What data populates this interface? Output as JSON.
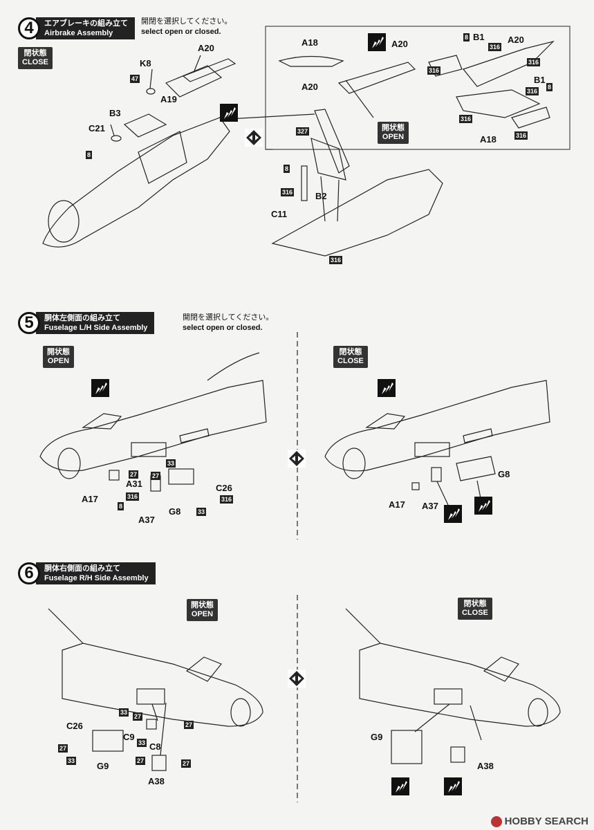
{
  "step4": {
    "number": "4",
    "title_jp": "エアブレーキの組み立て",
    "title_en": "Airbrake Assembly",
    "note_jp": "開閉を選択してください。",
    "note_en": "select open or closed.",
    "state_close_jp": "閉状態",
    "state_close_en": "CLOSE",
    "state_open_jp": "開状態",
    "state_open_en": "OPEN",
    "labels": [
      "A20",
      "K8",
      "A19",
      "B3",
      "C21",
      "A18",
      "A20",
      "A20",
      "B1",
      "B1",
      "A20",
      "A18",
      "B2",
      "C11"
    ],
    "tags": [
      "47",
      "8",
      "327",
      "8",
      "316",
      "316",
      "8",
      "316",
      "316",
      "8",
      "316",
      "316",
      "316",
      "316"
    ]
  },
  "step5": {
    "number": "5",
    "title_jp": "胴体左側面の組み立て",
    "title_en": "Fuselage L/H Side Assembly",
    "note_jp": "開閉を選択してください。",
    "note_en": "select open or closed.",
    "state_open_jp": "開状態",
    "state_open_en": "OPEN",
    "state_close_jp": "閉状態",
    "state_close_en": "CLOSE",
    "labels": [
      "A31",
      "A17",
      "A37",
      "G8",
      "C26",
      "A17",
      "A37",
      "G8"
    ],
    "tags": [
      "33",
      "27",
      "27",
      "8",
      "316",
      "316",
      "33"
    ]
  },
  "step6": {
    "number": "6",
    "title_jp": "胴体右側面の組み立て",
    "title_en": "Fuselage R/H Side Assembly",
    "state_open_jp": "開状態",
    "state_open_en": "OPEN",
    "state_close_jp": "閉状態",
    "state_close_en": "CLOSE",
    "labels": [
      "C26",
      "C9",
      "C8",
      "G9",
      "A38",
      "G9",
      "A38"
    ],
    "tags": [
      "33",
      "27",
      "33",
      "27",
      "27",
      "33",
      "27",
      "27"
    ]
  },
  "footer": {
    "brand": "HOBBY SEARCH"
  }
}
